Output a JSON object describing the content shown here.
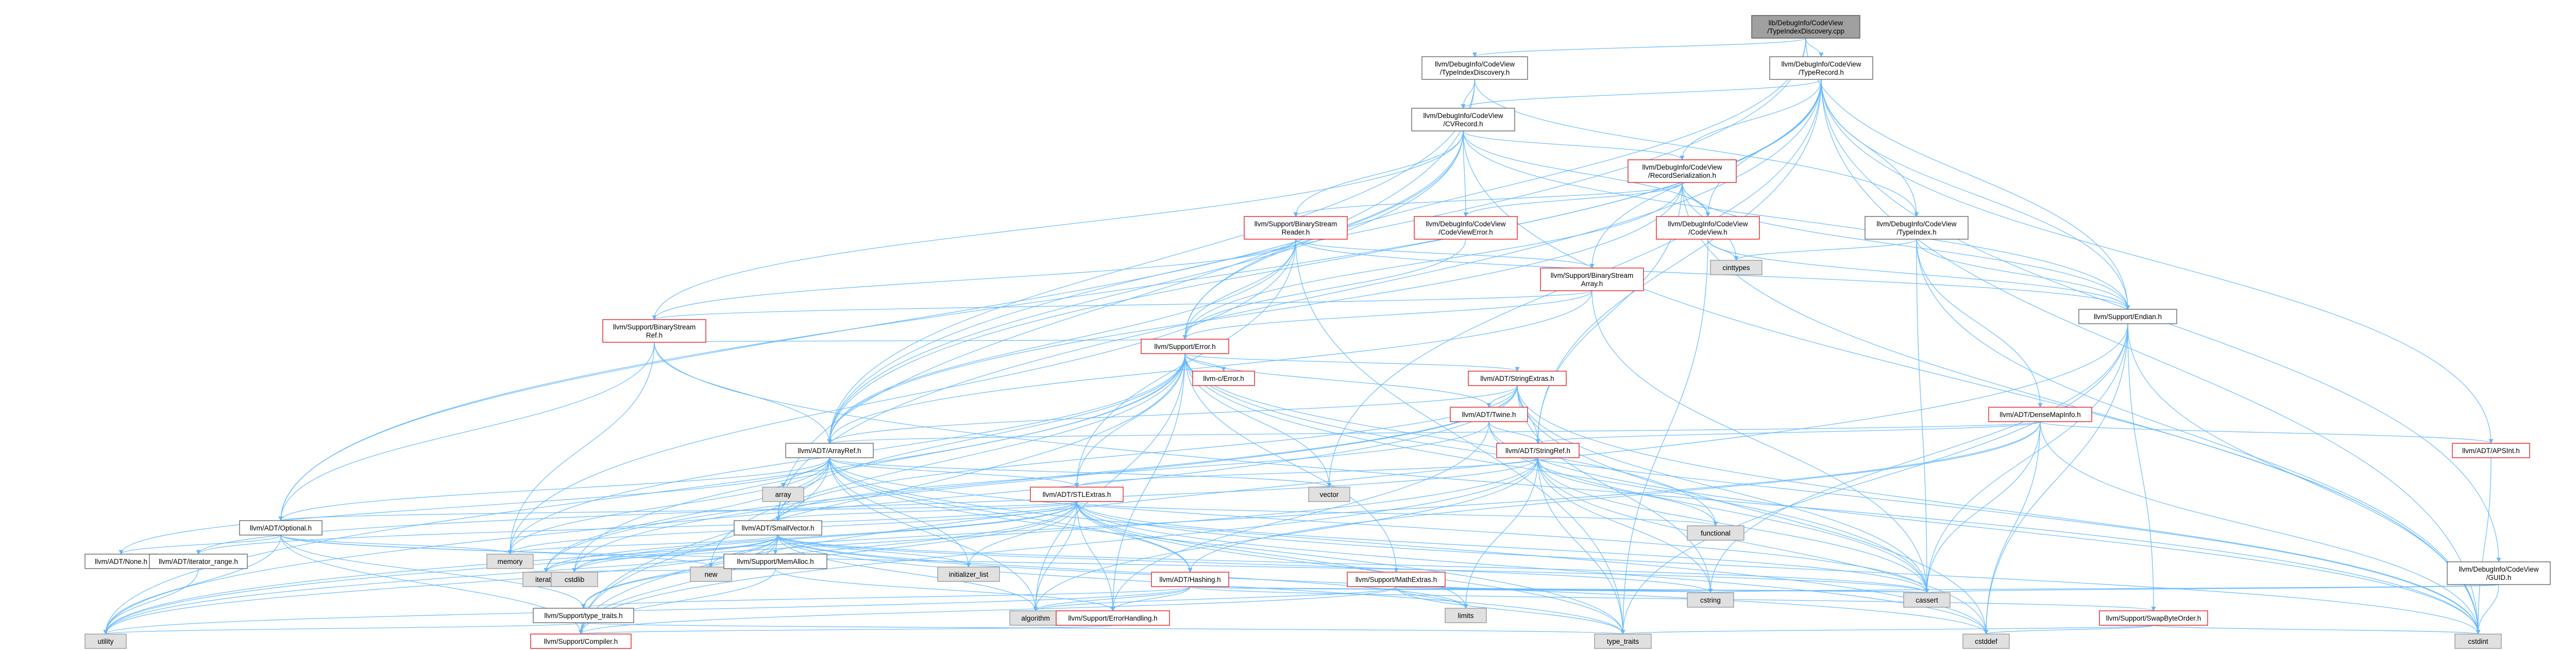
{
  "root_node": "lib/DebugInfo/CodeView/TypeIndexDiscovery.cpp",
  "nodes": [
    {
      "id": "root",
      "lines": [
        "lib/DebugInfo/CodeView",
        "/TypeIndexDiscovery.cpp"
      ],
      "style": "root"
    },
    {
      "id": "tid_h",
      "lines": [
        "llvm/DebugInfo/CodeView",
        "/TypeIndexDiscovery.h"
      ],
      "style": "normal"
    },
    {
      "id": "typerecord",
      "lines": [
        "llvm/DebugInfo/CodeView",
        "/TypeRecord.h"
      ],
      "style": "normal"
    },
    {
      "id": "cvrecord",
      "lines": [
        "llvm/DebugInfo/CodeView",
        "/CVRecord.h"
      ],
      "style": "normal"
    },
    {
      "id": "recordser",
      "lines": [
        "llvm/DebugInfo/CodeView",
        "/RecordSerialization.h"
      ],
      "style": "red"
    },
    {
      "id": "bsreader",
      "lines": [
        "llvm/Support/BinaryStream",
        "Reader.h"
      ],
      "style": "red"
    },
    {
      "id": "cverror",
      "lines": [
        "llvm/DebugInfo/CodeView",
        "/CodeViewError.h"
      ],
      "style": "red"
    },
    {
      "id": "codeview",
      "lines": [
        "llvm/DebugInfo/CodeView",
        "/CodeView.h"
      ],
      "style": "red"
    },
    {
      "id": "typeindex",
      "lines": [
        "llvm/DebugInfo/CodeView",
        "/TypeIndex.h"
      ],
      "style": "normal"
    },
    {
      "id": "cinttypes",
      "lines": [
        "cinttypes"
      ],
      "style": "gray"
    },
    {
      "id": "bsarray",
      "lines": [
        "llvm/Support/BinaryStream",
        "Array.h"
      ],
      "style": "red"
    },
    {
      "id": "endian",
      "lines": [
        "llvm/Support/Endian.h"
      ],
      "style": "normal"
    },
    {
      "id": "bsref",
      "lines": [
        "llvm/Support/BinaryStream",
        "Ref.h"
      ],
      "style": "red"
    },
    {
      "id": "error",
      "lines": [
        "llvm/Support/Error.h"
      ],
      "style": "red"
    },
    {
      "id": "cerror",
      "lines": [
        "llvm-c/Error.h"
      ],
      "style": "red"
    },
    {
      "id": "stringextras",
      "lines": [
        "llvm/ADT/StringExtras.h"
      ],
      "style": "red"
    },
    {
      "id": "twine",
      "lines": [
        "llvm/ADT/Twine.h"
      ],
      "style": "red"
    },
    {
      "id": "densemapinfo",
      "lines": [
        "llvm/ADT/DenseMapInfo.h"
      ],
      "style": "red"
    },
    {
      "id": "apsint",
      "lines": [
        "llvm/ADT/APSInt.h"
      ],
      "style": "red"
    },
    {
      "id": "arrayref",
      "lines": [
        "llvm/ADT/ArrayRef.h"
      ],
      "style": "normal"
    },
    {
      "id": "stringref",
      "lines": [
        "llvm/ADT/StringRef.h"
      ],
      "style": "red"
    },
    {
      "id": "array",
      "lines": [
        "array"
      ],
      "style": "gray"
    },
    {
      "id": "vector",
      "lines": [
        "vector"
      ],
      "style": "gray"
    },
    {
      "id": "functional",
      "lines": [
        "functional"
      ],
      "style": "gray"
    },
    {
      "id": "stlextras",
      "lines": [
        "llvm/ADT/STLExtras.h"
      ],
      "style": "red"
    },
    {
      "id": "optional",
      "lines": [
        "llvm/ADT/Optional.h"
      ],
      "style": "normal"
    },
    {
      "id": "smallvector",
      "lines": [
        "llvm/ADT/SmallVector.h"
      ],
      "style": "normal"
    },
    {
      "id": "none",
      "lines": [
        "llvm/ADT/None.h"
      ],
      "style": "normal"
    },
    {
      "id": "iterrange",
      "lines": [
        "llvm/ADT/iterator_range.h"
      ],
      "style": "normal"
    },
    {
      "id": "new",
      "lines": [
        "new"
      ],
      "style": "gray"
    },
    {
      "id": "memory",
      "lines": [
        "memory"
      ],
      "style": "gray"
    },
    {
      "id": "iterator",
      "lines": [
        "iterator"
      ],
      "style": "gray"
    },
    {
      "id": "memalloc",
      "lines": [
        "llvm/Support/MemAlloc.h"
      ],
      "style": "normal"
    },
    {
      "id": "initlist",
      "lines": [
        "initializer_list"
      ],
      "style": "gray"
    },
    {
      "id": "hashing",
      "lines": [
        "llvm/ADT/Hashing.h"
      ],
      "style": "red"
    },
    {
      "id": "mathextras",
      "lines": [
        "llvm/Support/MathExtras.h"
      ],
      "style": "red"
    },
    {
      "id": "typetraits",
      "lines": [
        "llvm/Support/type_traits.h"
      ],
      "style": "normal"
    },
    {
      "id": "cstdlib",
      "lines": [
        "cstdlib"
      ],
      "style": "gray"
    },
    {
      "id": "algorithm",
      "lines": [
        "algorithm"
      ],
      "style": "gray"
    },
    {
      "id": "errorhandling",
      "lines": [
        "llvm/Support/ErrorHandling.h"
      ],
      "style": "red"
    },
    {
      "id": "limits",
      "lines": [
        "limits"
      ],
      "style": "gray"
    },
    {
      "id": "cstring",
      "lines": [
        "cstring"
      ],
      "style": "gray"
    },
    {
      "id": "cassert",
      "lines": [
        "cassert"
      ],
      "style": "gray"
    },
    {
      "id": "utility",
      "lines": [
        "utility"
      ],
      "style": "gray"
    },
    {
      "id": "compiler",
      "lines": [
        "llvm/Support/Compiler.h"
      ],
      "style": "red"
    },
    {
      "id": "cstddef",
      "lines": [
        "cstddef"
      ],
      "style": "gray"
    },
    {
      "id": "typetraits_std",
      "lines": [
        "type_traits"
      ],
      "style": "gray"
    },
    {
      "id": "swapbyteorder",
      "lines": [
        "llvm/Support/SwapByteOrder.h"
      ],
      "style": "red"
    },
    {
      "id": "cstdint",
      "lines": [
        "cstdint"
      ],
      "style": "gray"
    },
    {
      "id": "guid",
      "lines": [
        "llvm/DebugInfo/CodeView",
        "/GUID.h"
      ],
      "style": "normal"
    }
  ]
}
